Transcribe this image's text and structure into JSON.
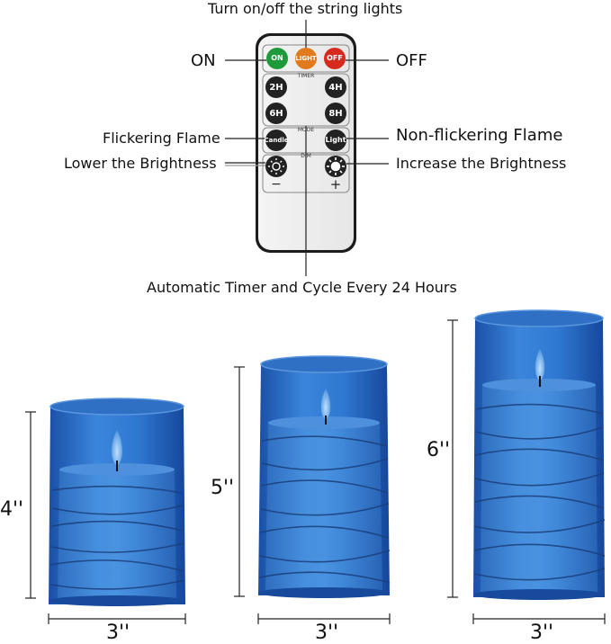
{
  "callouts": {
    "top": "Turn on/off the string lights",
    "on": "ON",
    "off": "OFF",
    "flicker": "Flickering Flame",
    "nonflicker": "Non-flickering Flame",
    "lower": "Lower the Brightness",
    "increase": "Increase the Brightness",
    "timer": "Automatic Timer and Cycle Every 24 Hours"
  },
  "remote": {
    "on": "ON",
    "light": "LIGHT",
    "off": "OFF",
    "timer_label": "TIMER",
    "t2": "2H",
    "t4": "4H",
    "t6": "6H",
    "t8": "8H",
    "mode_label": "MODE",
    "candle": "Candle",
    "light_mode": "Light",
    "dim_label": "DIM",
    "minus": "−",
    "plus": "+",
    "colors": {
      "on": "#1f9a3a",
      "light": "#e07a1c",
      "off": "#d62a1f",
      "dark": "#222222"
    }
  },
  "candles": {
    "small": {
      "height": "4''",
      "width": "3''"
    },
    "medium": {
      "height": "5''",
      "width": "3''"
    },
    "large": {
      "height": "6''",
      "width": "3''"
    },
    "glass_color": "#1f5fb8"
  }
}
